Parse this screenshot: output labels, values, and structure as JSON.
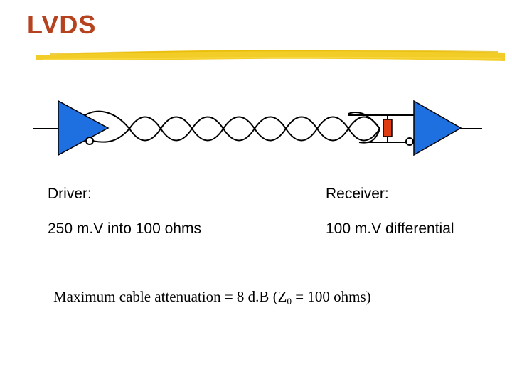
{
  "slide": {
    "title": "LVDS",
    "title_color": "#b5431f",
    "accent_underline_color": "#f0c419",
    "driver_heading": "Driver:",
    "driver_spec": "250 m.V into 100 ohms",
    "receiver_heading": "Receiver:",
    "receiver_spec": "100 m.V differential",
    "note_prefix": "Maximum cable attenuation = 8 d.B  (Z",
    "note_sub": "0",
    "note_suffix": " = 100 ohms)"
  },
  "diagram": {
    "driver_color": "#1e6fe0",
    "terminator_color": "#e03c14",
    "icons": [
      "driver-triangle-icon",
      "receiver-triangle-icon",
      "termination-resistor-icon",
      "twisted-pair-icon"
    ]
  }
}
